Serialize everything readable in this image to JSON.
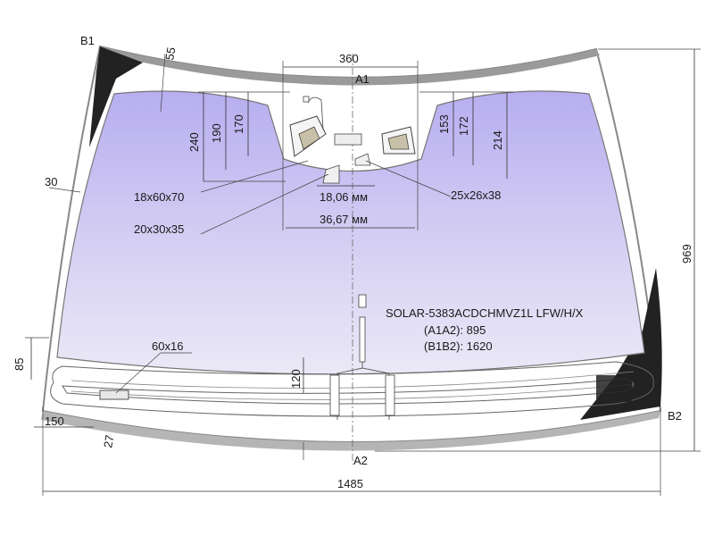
{
  "points": {
    "b1": "B1",
    "b2": "B2",
    "a1": "A1",
    "a2": "A2"
  },
  "dimensions": {
    "top_width": "360",
    "border_55": "55",
    "border_30": "30",
    "height_969": "969",
    "bottom_width": "1485",
    "side_85": "85",
    "offset_150": "150",
    "offset_27": "27",
    "heater_120": "120",
    "left_240": "240",
    "left_190": "190",
    "left_170": "170",
    "right_153": "153",
    "right_172": "172",
    "right_214": "214",
    "mirror_width": "36,67 мм",
    "sensor_width": "18,06 мм"
  },
  "callouts": {
    "pad_18x60x70": "18x60x70",
    "pad_20x30x35": "20x30x35",
    "pad_25x26x38": "25x26x38",
    "connector_60x16": "60x16"
  },
  "info": {
    "model": "SOLAR-5383ACDCHMVZ1L LFW/H/X",
    "a1a2": "(A1A2): 895",
    "b1b2": "(B1B2): 1620"
  },
  "colors": {
    "glass_tint": "#c6bdf0",
    "black_frit": "#222222",
    "outline": "#555555",
    "dim_line": "#333333"
  }
}
